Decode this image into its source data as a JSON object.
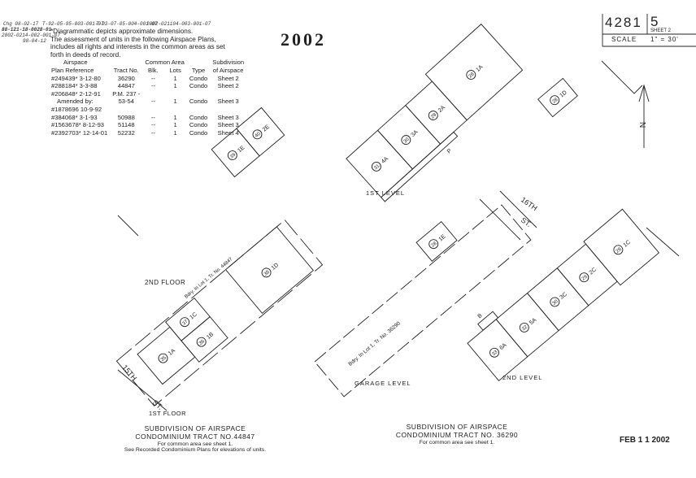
{
  "header": {
    "stamps_left": [
      "Chg 08-02-17",
      "88-121-18-0028-01",
      "2002-0214-002-001-07",
      "98-04-12"
    ],
    "stamps_top": [
      "T-92-05-95-003-001-07",
      "T-93-07-05-004-001-07",
      "2002-021104-003-001-07"
    ],
    "year": "2002",
    "map_book": "4281",
    "map_page": "5",
    "sheet": "SHEET 2",
    "scale_label": "SCALE",
    "scale_value": "1\" = 30'"
  },
  "notes": {
    "line1": "*Diagrammatic depicts approximate dimensions.",
    "line2": "The assessment of units in the following Airspace Plans, includes all rights and interests in the common areas as set forth in deeds of record."
  },
  "reference_table": {
    "headers_top": [
      "Airspace",
      "",
      "Common Area",
      "",
      "",
      "Subdivision"
    ],
    "headers": [
      "Plan Reference",
      "Tract No.",
      "Blk.",
      "Lots",
      "Type",
      "of Airspace"
    ],
    "rows": [
      [
        "#249439* 3-12-80",
        "36290",
        "--",
        "1",
        "Condo",
        "Sheet 2"
      ],
      [
        "#288184* 3-3-88",
        "44847",
        "--",
        "1",
        "Condo",
        "Sheet 2"
      ],
      [
        "#206848* 2-12-91",
        "P.M. 237 -",
        "",
        "",
        "",
        ""
      ],
      [
        "Amended by:",
        "53-54",
        "--",
        "1",
        "Condo",
        "Sheet 3"
      ],
      [
        "#1878696 10-9-92",
        "",
        "",
        "",
        "",
        ""
      ],
      [
        "#384068* 3-1-93",
        "50988",
        "--",
        "1",
        "Condo",
        "Sheet 3"
      ],
      [
        "#1563678* 8-12-93",
        "51148",
        "--",
        "1",
        "Condo",
        "Sheet 3"
      ],
      [
        "#2392703* 12-14-01",
        "52232",
        "--",
        "1",
        "Condo",
        "Sheet 4"
      ]
    ]
  },
  "plans": {
    "top_left": {
      "units": [
        {
          "no": "39",
          "unit": "1E"
        },
        {
          "no": "40",
          "unit": "2E"
        }
      ]
    },
    "first_level": {
      "label": "1ST LEVEL",
      "units": [
        {
          "no": "31",
          "unit": "4A"
        },
        {
          "no": "30",
          "unit": "3A"
        },
        {
          "no": "29",
          "unit": "2A"
        },
        {
          "no": "28",
          "unit": "1A"
        }
      ],
      "parking": "P"
    },
    "detached_1d": {
      "no": "28",
      "unit": "1D"
    },
    "garage_level": {
      "label": "GARAGE LEVEL",
      "note": "Bdry. In Lot 1, Tr. No. 36290",
      "unit": {
        "no": "28",
        "unit": "1E"
      }
    },
    "second_level": {
      "label": "2ND LEVEL",
      "units": [
        {
          "no": "33",
          "unit": "6A"
        },
        {
          "no": "32",
          "unit": "5A"
        },
        {
          "no": "30",
          "unit": "3C"
        },
        {
          "no": "29",
          "unit": "2C"
        },
        {
          "no": "28",
          "unit": "1C"
        }
      ],
      "storage": "B"
    },
    "second_floor": {
      "label": "2ND FLOOR",
      "note": "Bdry. In Lot 1, Tr. No. 44847",
      "units": [
        {
          "no": "35",
          "unit": "1A"
        },
        {
          "no": "36",
          "unit": "1B"
        },
        {
          "no": "37",
          "unit": "1C"
        },
        {
          "no": "38",
          "unit": "1D"
        }
      ]
    },
    "first_floor": {
      "label": "1ST FLOOR"
    }
  },
  "streets": {
    "sixteenth": "16TH",
    "sixteenth_suffix": "ST.",
    "fifteenth": "15TH",
    "fifteenth_suffix": "ST."
  },
  "north": "N",
  "footer_left": {
    "line1": "SUBDIVISION   OF   AIRSPACE",
    "line2": "CONDOMINIUM TRACT NO.44847",
    "line3": "For common area see sheet 1.",
    "line4": "See Recorded Condominium Plans for elevations of units."
  },
  "footer_right": {
    "line1": "SUBDIVISION   OF   AIRSPACE",
    "line2": "CONDOMINIUM TRACT NO. 36290",
    "line3": "For common area see sheet 1."
  },
  "date_stamp": "FEB 1 1 2002",
  "colors": {
    "ink": "#222222",
    "paper": "#ffffff"
  }
}
